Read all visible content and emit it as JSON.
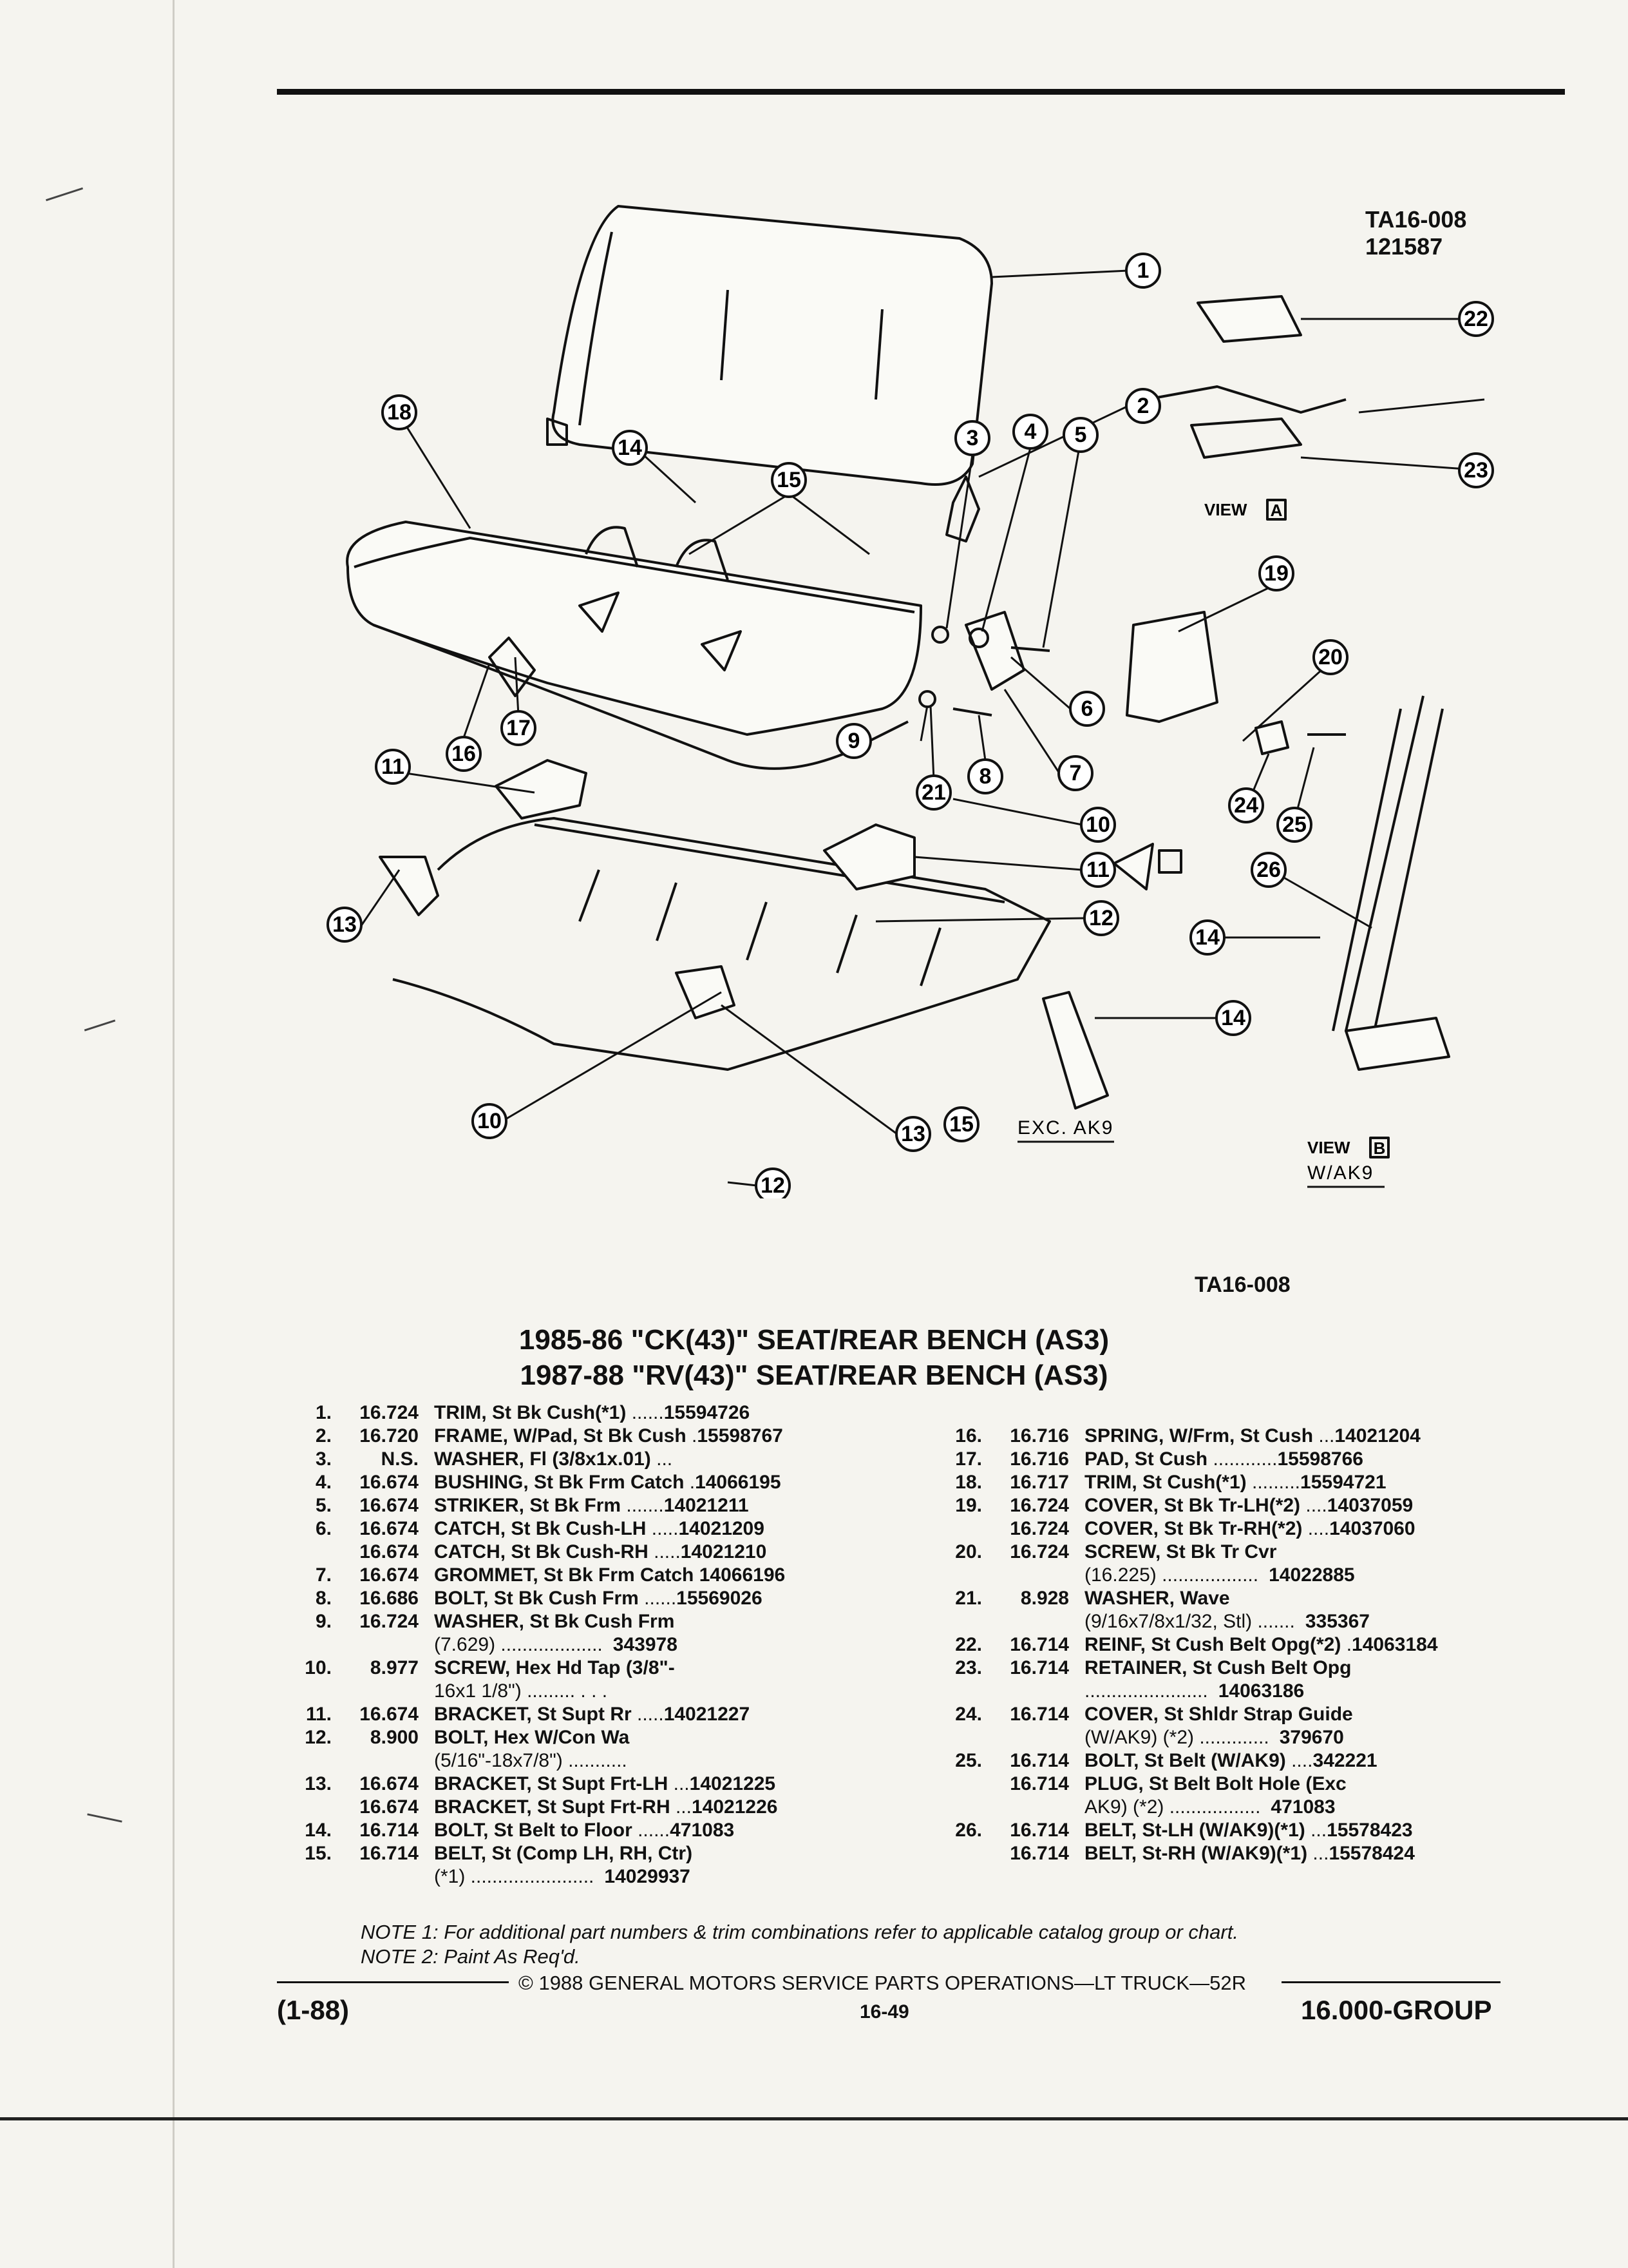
{
  "figure": {
    "code": "TA16-008",
    "date_code": "121587",
    "view_a_label": "VIEW",
    "view_a_letter": "A",
    "view_b_label": "VIEW",
    "view_b_letter": "B",
    "exc_label": "EXC. AK9",
    "wak9_label": "W/AK9",
    "caption_code": "TA16-008",
    "callouts": [
      "1",
      "2",
      "3",
      "4",
      "5",
      "6",
      "7",
      "8",
      "9",
      "10",
      "10",
      "11",
      "11",
      "12",
      "12",
      "13",
      "13",
      "14",
      "14",
      "14",
      "15",
      "15",
      "16",
      "17",
      "18",
      "18",
      "19",
      "20",
      "21",
      "22",
      "23",
      "24",
      "25",
      "26"
    ]
  },
  "titles": {
    "line1": "1985-86 \"CK(43)\" SEAT/REAR BENCH (AS3)",
    "line2": "1987-88 \"RV(43)\" SEAT/REAR BENCH (AS3)"
  },
  "parts_left": [
    {
      "num": "1.",
      "group": "16.724",
      "desc": "TRIM, St Bk Cush(*1)",
      "dots": " ......",
      "part": "15594726",
      "cont": []
    },
    {
      "num": "2.",
      "group": "16.720",
      "desc": "FRAME, W/Pad, St Bk Cush",
      "dots": " .",
      "part": "15598767",
      "cont": []
    },
    {
      "num": "3.",
      "group": "N.S.",
      "desc": "WASHER, Fl (3/8x1x.01)",
      "dots": " ...",
      "part": "",
      "cont": []
    },
    {
      "num": "4.",
      "group": "16.674",
      "desc": "BUSHING, St Bk Frm Catch",
      "dots": " .",
      "part": "14066195",
      "cont": []
    },
    {
      "num": "5.",
      "group": "16.674",
      "desc": "STRIKER, St Bk Frm",
      "dots": " .......",
      "part": "14021211",
      "cont": []
    },
    {
      "num": "6.",
      "group": "16.674",
      "desc": "CATCH, St Bk Cush-LH",
      "dots": " .....",
      "part": "14021209",
      "cont": []
    },
    {
      "num": "",
      "group": "16.674",
      "desc": "CATCH, St Bk Cush-RH",
      "dots": " .....",
      "part": "14021210",
      "cont": []
    },
    {
      "num": "7.",
      "group": "16.674",
      "desc": "GROMMET, St Bk Frm Catch",
      "dots": " ",
      "part": "14066196",
      "cont": []
    },
    {
      "num": "8.",
      "group": "16.686",
      "desc": "BOLT, St Bk Cush Frm",
      "dots": " ......",
      "part": "15569026",
      "cont": []
    },
    {
      "num": "9.",
      "group": "16.724",
      "desc": "WASHER, St Bk Cush Frm",
      "dots": "",
      "part": "",
      "cont": [
        {
          "text": "(7.629) ...................",
          "part": "343978"
        }
      ]
    },
    {
      "num": "10.",
      "group": "8.977",
      "desc": "SCREW, Hex Hd Tap (3/8\"-",
      "dots": "",
      "part": "",
      "cont": [
        {
          "text": "16x1 1/8\") .........  . . .",
          "part": ""
        }
      ]
    },
    {
      "num": "11.",
      "group": "16.674",
      "desc": "BRACKET, St Supt Rr",
      "dots": " .....",
      "part": "14021227",
      "cont": []
    },
    {
      "num": "12.",
      "group": "8.900",
      "desc": "BOLT, Hex W/Con Wa",
      "dots": "",
      "part": "",
      "cont": [
        {
          "text": "(5/16\"-18x7/8\") ...........",
          "part": ""
        }
      ]
    },
    {
      "num": "13.",
      "group": "16.674",
      "desc": "BRACKET, St Supt Frt-LH",
      "dots": " ...",
      "part": "14021225",
      "cont": []
    },
    {
      "num": "",
      "group": "16.674",
      "desc": "BRACKET, St Supt Frt-RH",
      "dots": " ...",
      "part": "14021226",
      "cont": []
    },
    {
      "num": "14.",
      "group": "16.714",
      "desc": "BOLT, St Belt to Floor",
      "dots": " ......",
      "part": "471083",
      "cont": []
    },
    {
      "num": "15.",
      "group": "16.714",
      "desc": "BELT, St (Comp LH, RH, Ctr)",
      "dots": "",
      "part": "",
      "cont": [
        {
          "text": "(*1) .......................",
          "part": "14029937"
        }
      ]
    }
  ],
  "parts_right": [
    {
      "num": "16.",
      "group": "16.716",
      "desc": "SPRING, W/Frm, St Cush",
      "dots": " ...",
      "part": "14021204",
      "cont": []
    },
    {
      "num": "17.",
      "group": "16.716",
      "desc": "PAD, St Cush",
      "dots": " ............",
      "part": "15598766",
      "cont": []
    },
    {
      "num": "18.",
      "group": "16.717",
      "desc": "TRIM, St Cush(*1)",
      "dots": " .........",
      "part": "15594721",
      "cont": []
    },
    {
      "num": "19.",
      "group": "16.724",
      "desc": "COVER, St Bk Tr-LH(*2)",
      "dots": " ....",
      "part": "14037059",
      "cont": []
    },
    {
      "num": "",
      "group": "16.724",
      "desc": "COVER, St Bk Tr-RH(*2)",
      "dots": " ....",
      "part": "14037060",
      "cont": []
    },
    {
      "num": "20.",
      "group": "16.724",
      "desc": "SCREW, St Bk Tr Cvr",
      "dots": "",
      "part": "",
      "cont": [
        {
          "text": "(16.225) ..................",
          "part": "14022885"
        }
      ]
    },
    {
      "num": "21.",
      "group": "8.928",
      "desc": "WASHER, Wave",
      "dots": "",
      "part": "",
      "cont": [
        {
          "text": "(9/16x7/8x1/32, Stl) .......",
          "part": "335367"
        }
      ]
    },
    {
      "num": "22.",
      "group": "16.714",
      "desc": "REINF, St Cush Belt Opg(*2)",
      "dots": " .",
      "part": "14063184",
      "cont": []
    },
    {
      "num": "23.",
      "group": "16.714",
      "desc": "RETAINER, St Cush Belt Opg",
      "dots": "",
      "part": "",
      "cont": [
        {
          "text": ".......................",
          "part": "14063186"
        }
      ]
    },
    {
      "num": "24.",
      "group": "16.714",
      "desc": "COVER, St Shldr Strap Guide",
      "dots": "",
      "part": "",
      "cont": [
        {
          "text": "(W/AK9) (*2) .............",
          "part": "379670"
        }
      ]
    },
    {
      "num": "25.",
      "group": "16.714",
      "desc": "BOLT, St Belt (W/AK9)",
      "dots": " ....",
      "part": "342221",
      "cont": []
    },
    {
      "num": "",
      "group": "16.714",
      "desc": "PLUG, St Belt Bolt Hole (Exc",
      "dots": "",
      "part": "",
      "cont": [
        {
          "text": "AK9) (*2) .................",
          "part": "471083"
        }
      ]
    },
    {
      "num": "26.",
      "group": "16.714",
      "desc": "BELT, St-LH (W/AK9)(*1)",
      "dots": " ...",
      "part": "15578423",
      "cont": []
    },
    {
      "num": "",
      "group": "16.714",
      "desc": "BELT, St-RH (W/AK9)(*1)",
      "dots": " ...",
      "part": "15578424",
      "cont": []
    }
  ],
  "notes": {
    "note1": "NOTE 1: For additional part numbers & trim combinations refer to applicable catalog group or chart.",
    "note2": "NOTE 2: Paint As Req'd."
  },
  "footer": {
    "copyright": "© 1988 GENERAL MOTORS SERVICE PARTS OPERATIONS—LT TRUCK—52R",
    "left": "(1-88)",
    "page": "16-49",
    "group": "16.000-GROUP"
  }
}
